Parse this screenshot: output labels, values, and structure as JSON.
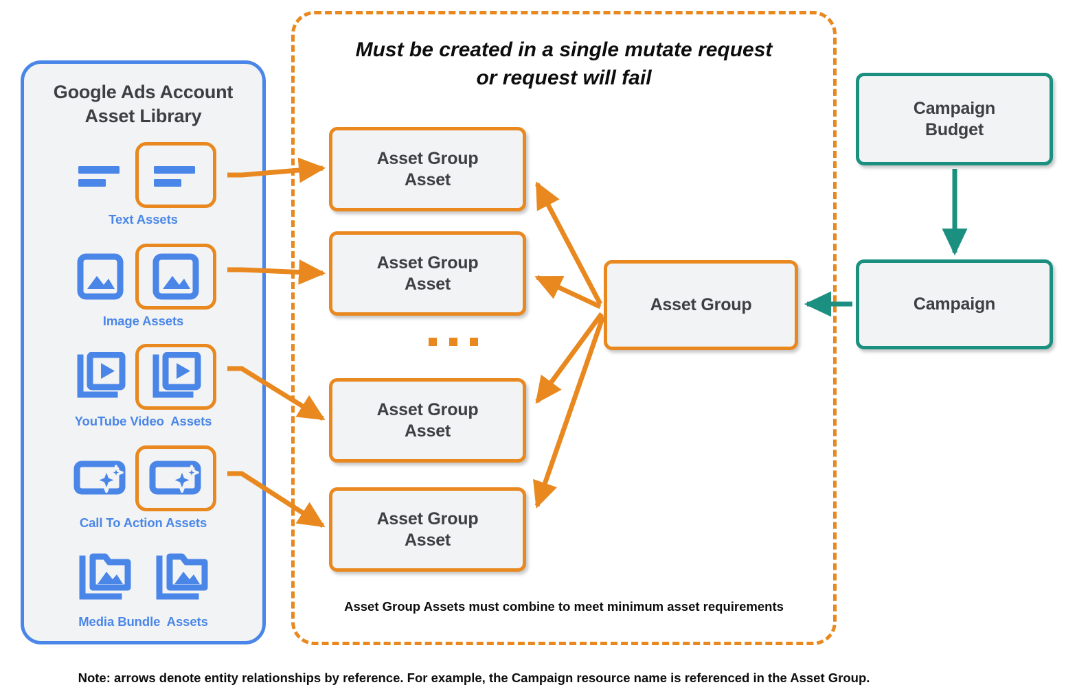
{
  "colors": {
    "orange": "#e8881f",
    "blue": "#4a86e8",
    "teal": "#1b9080",
    "node_fill": "#f1f3f4",
    "text_dark": "#3c4043",
    "text_black": "#0d0d0d"
  },
  "library": {
    "title": "Google Ads Account\nAsset Library",
    "title_line1": "Google Ads Account",
    "title_line2": "Asset Library",
    "rows": [
      {
        "label": "Text Assets",
        "icon": "text-lines-icon",
        "highlighted": true
      },
      {
        "label": "Image Assets",
        "icon": "image-icon",
        "highlighted": true
      },
      {
        "label": "YouTube Video  Assets",
        "icon": "video-stack-icon",
        "highlighted": true
      },
      {
        "label": "Call To Action Assets",
        "icon": "call-to-action-icon",
        "highlighted": true
      },
      {
        "label": "Media Bundle  Assets",
        "icon": "media-bundle-icon",
        "highlighted": false
      }
    ]
  },
  "mutate_container": {
    "title_line1": "Must be created in a single mutate request",
    "title_line2": "or request will fail",
    "footnote": "Asset Group Assets must combine to meet minimum asset requirements",
    "ellipsis_dots": 3
  },
  "nodes": {
    "asset_group_asset_1": "Asset Group\nAsset",
    "asset_group_asset_1_l1": "Asset Group",
    "asset_group_asset_1_l2": "Asset",
    "asset_group_asset_2_l1": "Asset Group",
    "asset_group_asset_2_l2": "Asset",
    "asset_group_asset_3_l1": "Asset Group",
    "asset_group_asset_3_l2": "Asset",
    "asset_group_asset_4_l1": "Asset Group",
    "asset_group_asset_4_l2": "Asset",
    "asset_group": "Asset Group",
    "campaign_budget_l1": "Campaign",
    "campaign_budget_l2": "Budget",
    "campaign": "Campaign"
  },
  "bottom_note": "Note: arrows denote entity relationships by reference. For example, the Campaign resource name is referenced in the Asset Group."
}
